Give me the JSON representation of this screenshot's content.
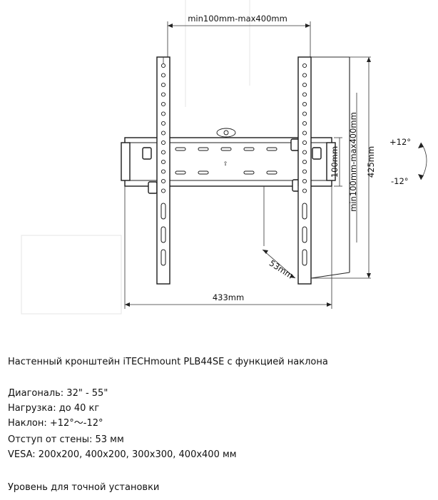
{
  "dimensions": {
    "vesa_width": "min100mm-max400mm",
    "vesa_height": "min100mm-max400mm",
    "height_rail": "100mm",
    "height_total": "425mm",
    "depth": "53mm",
    "width_total": "433mm"
  },
  "tilt": {
    "up": "+12°",
    "down": "-12°"
  },
  "description": {
    "title": "Настенный кронштейн iTECHmount PLB44SE с функцией наклона",
    "specs": [
      "Диагональ: 32\" - 55\"",
      "Нагрузка: до 40 кг",
      "Наклон: +12°～-12°",
      "Отступ от стены: 53 мм",
      "VESA: 200x200, 400x200, 300x300, 400x400 мм"
    ],
    "footer": "Уровень для точной установки"
  }
}
